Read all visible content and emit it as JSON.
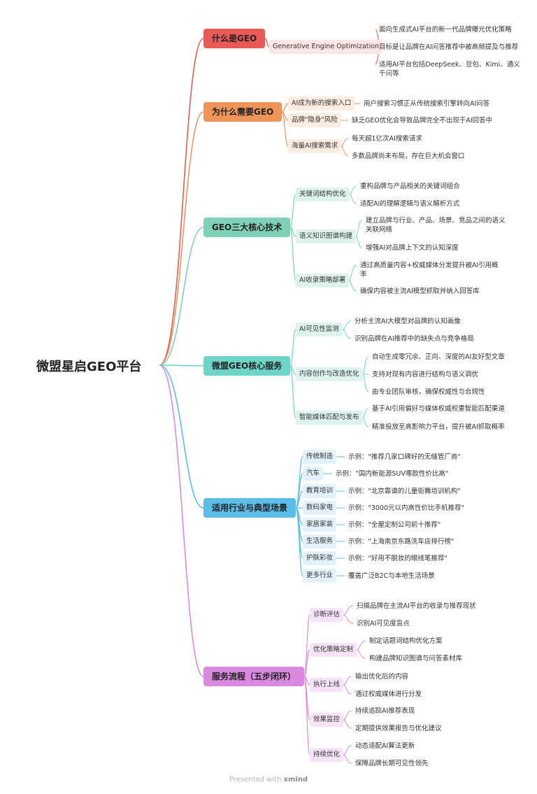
{
  "root": "微盟星启GEO平台",
  "footer": {
    "prefix": "Presented with",
    "brand": "xmind"
  },
  "colors": {
    "c1": "#e95a56",
    "c1bg": "#fde6e3",
    "c2": "#f0955a",
    "c2bg": "#fdece0",
    "c3": "#7fd0b8",
    "c3bg": "#def3ec",
    "c4": "#6fd4c8",
    "c4bg": "#ddf3f0",
    "c5": "#5cbde8",
    "c5bg": "#e2f2fb",
    "c6": "#d98ae0",
    "c6bg": "#f7e3f8"
  },
  "branches": [
    {
      "label": "什么是GEO",
      "subs": [
        {
          "label": "Generative Engine Optimization",
          "leaves": [
            "面向生成式AI平台的新一代品牌曝光优化策略",
            "目标是让品牌在AI问答推荐中被高频提及与推荐",
            "适用AI平台包括DeepSeek、豆包、Kimi、通义千问等"
          ]
        }
      ]
    },
    {
      "label": "为什么需要GEO",
      "subs": [
        {
          "label": "AI成为新的搜索入口",
          "leaves": [
            "用户搜索习惯正从传统搜索引擎转向AI问答"
          ]
        },
        {
          "label": "品牌\"隐身\"风险",
          "leaves": [
            "缺乏GEO优化会导致品牌完全不出现于AI回答中"
          ]
        },
        {
          "label": "海量AI搜索需求",
          "leaves": [
            "每天超1亿次AI搜索请求",
            "多数品牌尚未布局，存在巨大机会窗口"
          ]
        }
      ]
    },
    {
      "label": "GEO三大核心技术",
      "subs": [
        {
          "label": "关键词结构优化",
          "leaves": [
            "重构品牌与产品相关的关键词组合",
            "适配AI的理解逻辑与语义解析方式"
          ]
        },
        {
          "label": "语义知识图谱构建",
          "leaves": [
            "建立品牌与行业、产品、场景、竞品之间的语义关联网络",
            "增强AI对品牌上下文的认知深度"
          ]
        },
        {
          "label": "AI收录策略部署",
          "leaves": [
            "通过高质量内容+权威媒体分发提升被AI引用概率",
            "确保内容被主流AI模型抓取并纳入回答库"
          ]
        }
      ]
    },
    {
      "label": "微盟GEO核心服务",
      "subs": [
        {
          "label": "AI可见性监测",
          "leaves": [
            "分析主流AI大模型对品牌的认知画像",
            "识别品牌在AI推荐中的缺失点与竞争格局"
          ]
        },
        {
          "label": "内容创作与改造优化",
          "leaves": [
            "自动生成零冗余、正向、深度的AI友好型文章",
            "支持对现有内容进行结构与语义调优",
            "由专业团队审核，确保权威性与合规性"
          ]
        },
        {
          "label": "智能媒体匹配与发布",
          "leaves": [
            "基于AI引用偏好与媒体权威权重智能匹配渠道",
            "精准投放至高影响力平台，提升被AI抓取概率"
          ]
        }
      ]
    },
    {
      "label": "适用行业与典型场景",
      "subs": [
        {
          "label": "传统制造",
          "leaves": [
            "示例：\"推荐几家口碑好的无缝管厂商\""
          ]
        },
        {
          "label": "汽车",
          "leaves": [
            "示例：\"国内新能源SUV哪款性价比高\""
          ]
        },
        {
          "label": "教育培训",
          "leaves": [
            "示例：\"北京靠谱的儿童街舞培训机构\""
          ]
        },
        {
          "label": "数码家电",
          "leaves": [
            "示例：\"3000元以内高性价比手机推荐\""
          ]
        },
        {
          "label": "家居家装",
          "leaves": [
            "示例：\"全屋定制公司前十推荐\""
          ]
        },
        {
          "label": "生活服务",
          "leaves": [
            "示例：\"上海南京东路洗车店排行榜\""
          ]
        },
        {
          "label": "护肤彩妆",
          "leaves": [
            "示例：\"好用不脱妆的眼线笔推荐\""
          ]
        },
        {
          "label": "更多行业",
          "leaves": [
            "覆盖广泛B2C与本地生活场景"
          ]
        }
      ]
    },
    {
      "label": "服务流程（五步闭环）",
      "subs": [
        {
          "label": "诊断评估",
          "leaves": [
            "扫描品牌在主流AI平台的收录与推荐现状",
            "识别AI可见度盲点"
          ]
        },
        {
          "label": "优化策略定制",
          "leaves": [
            "制定话题词结构优化方案",
            "构建品牌知识图谱与问答素材库"
          ]
        },
        {
          "label": "执行上线",
          "leaves": [
            "输出优化后的内容",
            "通过权威媒体进行分发"
          ]
        },
        {
          "label": "效果监控",
          "leaves": [
            "持续追踪AI推荐表现",
            "定期提供效果报告与优化建议"
          ]
        },
        {
          "label": "持续优化",
          "leaves": [
            "动态适配AI算法更新",
            "保障品牌长期可见性领先"
          ]
        }
      ]
    }
  ]
}
